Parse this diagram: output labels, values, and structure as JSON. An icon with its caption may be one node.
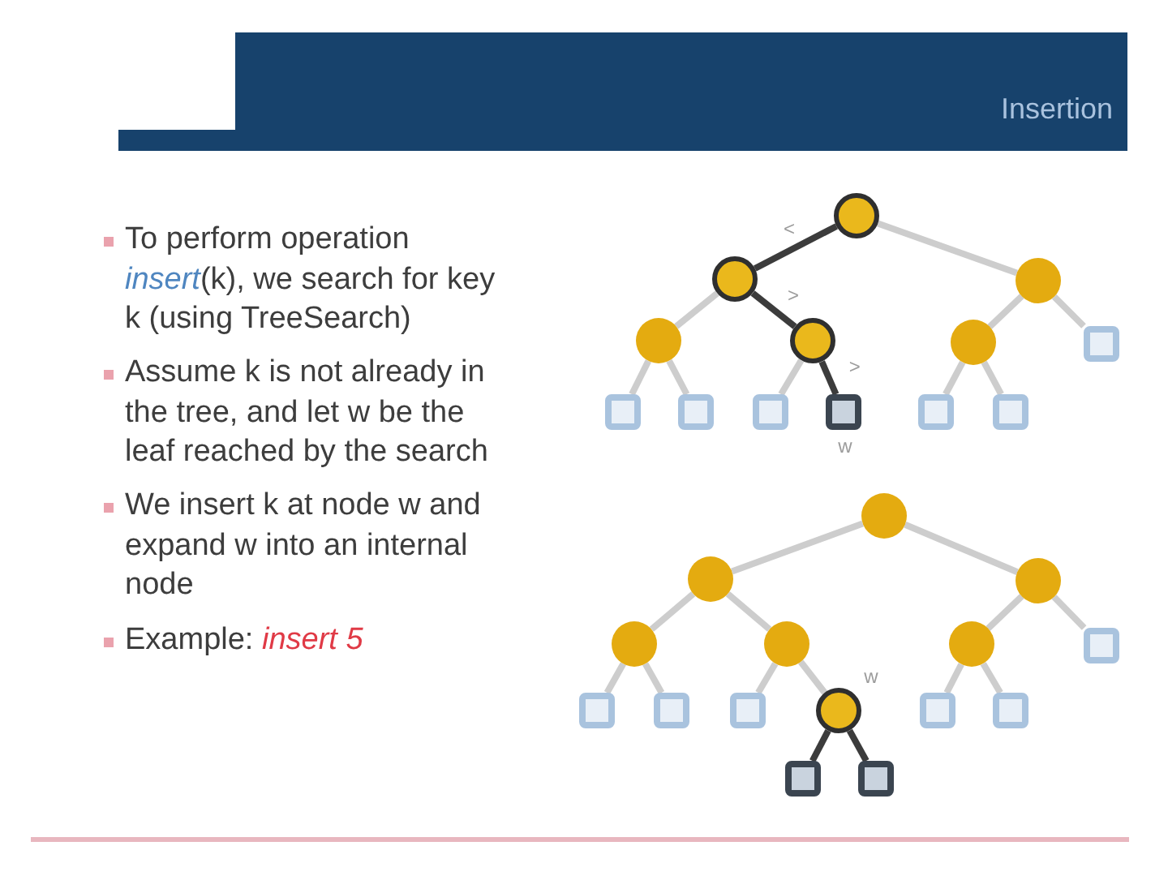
{
  "diagram": {
    "title": "Insertion",
    "nodes": [
      {
        "text": [],
        "shape": "circle"
      },
      {
        "text": [],
        "shape": "circle"
      },
      {
        "text": [],
        "shape": "circle"
      },
      {
        "text": [],
        "shape": "circle"
      },
      {
        "text": [],
        "shape": "circle"
      },
      {
        "text": [],
        "shape": "circle"
      },
      {
        "text": [],
        "shape": "box"
      },
      {
        "text": [],
        "shape": "box"
      },
      {
        "text": [],
        "shape": "box"
      },
      {
        "text": [],
        "shape": "box"
      },
      {
        "text": [],
        "shape": "box",
        "beside": [
          "w"
        ]
      },
      {
        "text": [],
        "shape": "box"
      },
      {
        "text": [],
        "shape": "box"
      },
      {
        "text": [],
        "shape": "circle"
      },
      {
        "text": [],
        "shape": "circle"
      },
      {
        "text": [],
        "shape": "circle"
      },
      {
        "text": [],
        "shape": "circle"
      },
      {
        "text": [],
        "shape": "circle"
      },
      {
        "text": [],
        "shape": "circle"
      },
      {
        "text": [],
        "shape": "box"
      },
      {
        "text": [],
        "shape": "box"
      },
      {
        "text": [],
        "shape": "box"
      },
      {
        "text": [],
        "shape": "box"
      },
      {
        "text": [],
        "shape": "circle",
        "beside": [
          "w"
        ]
      },
      {
        "text": [],
        "shape": "box"
      },
      {
        "text": [],
        "shape": "box"
      },
      {
        "text": [],
        "shape": "box"
      },
      {
        "text": [],
        "shape": "box"
      }
    ],
    "edges": [
      {
        "from": 0,
        "to": 1,
        "arrow": "none",
        "label": "<",
        "color": "#3c3c3c"
      },
      {
        "from": 0,
        "to": 2,
        "arrow": "none"
      },
      {
        "from": 1,
        "to": 3,
        "arrow": "none"
      },
      {
        "from": 1,
        "to": 4,
        "arrow": "none",
        "label": ">",
        "color": "#3c3c3c"
      },
      {
        "from": 2,
        "to": 5,
        "arrow": "none"
      },
      {
        "from": 2,
        "to": 6,
        "arrow": "none"
      },
      {
        "from": 3,
        "to": 7,
        "arrow": "none"
      },
      {
        "from": 3,
        "to": 8,
        "arrow": "none"
      },
      {
        "from": 4,
        "to": 9,
        "arrow": "none"
      },
      {
        "from": 4,
        "to": 10,
        "arrow": "none",
        "label": ">",
        "color": "#3c3c3c"
      },
      {
        "from": 5,
        "to": 11,
        "arrow": "none"
      },
      {
        "from": 5,
        "to": 12,
        "arrow": "none"
      },
      {
        "from": 13,
        "to": 14,
        "arrow": "none"
      },
      {
        "from": 13,
        "to": 15,
        "arrow": "none"
      },
      {
        "from": 14,
        "to": 16,
        "arrow": "none"
      },
      {
        "from": 14,
        "to": 17,
        "arrow": "none"
      },
      {
        "from": 15,
        "to": 18,
        "arrow": "none"
      },
      {
        "from": 15,
        "to": 19,
        "arrow": "none"
      },
      {
        "from": 16,
        "to": 20,
        "arrow": "none"
      },
      {
        "from": 16,
        "to": 21,
        "arrow": "none"
      },
      {
        "from": 17,
        "to": 22,
        "arrow": "none"
      },
      {
        "from": 17,
        "to": 23,
        "arrow": "none"
      },
      {
        "from": 18,
        "to": 24,
        "arrow": "none"
      },
      {
        "from": 18,
        "to": 25,
        "arrow": "none"
      },
      {
        "from": 23,
        "to": 26,
        "arrow": "none",
        "color": "#3c3c3c"
      },
      {
        "from": 23,
        "to": 27,
        "arrow": "none",
        "color": "#3c3c3c"
      }
    ],
    "labels": [
      "To perform operation *insert*(k), we search for key k (using TreeSearch)",
      "Assume k is not already in the tree, and let w be the leaf reached by the search",
      "We insert k at node w and expand w into an internal node",
      "Example: *insert 5*"
    ]
  }
}
